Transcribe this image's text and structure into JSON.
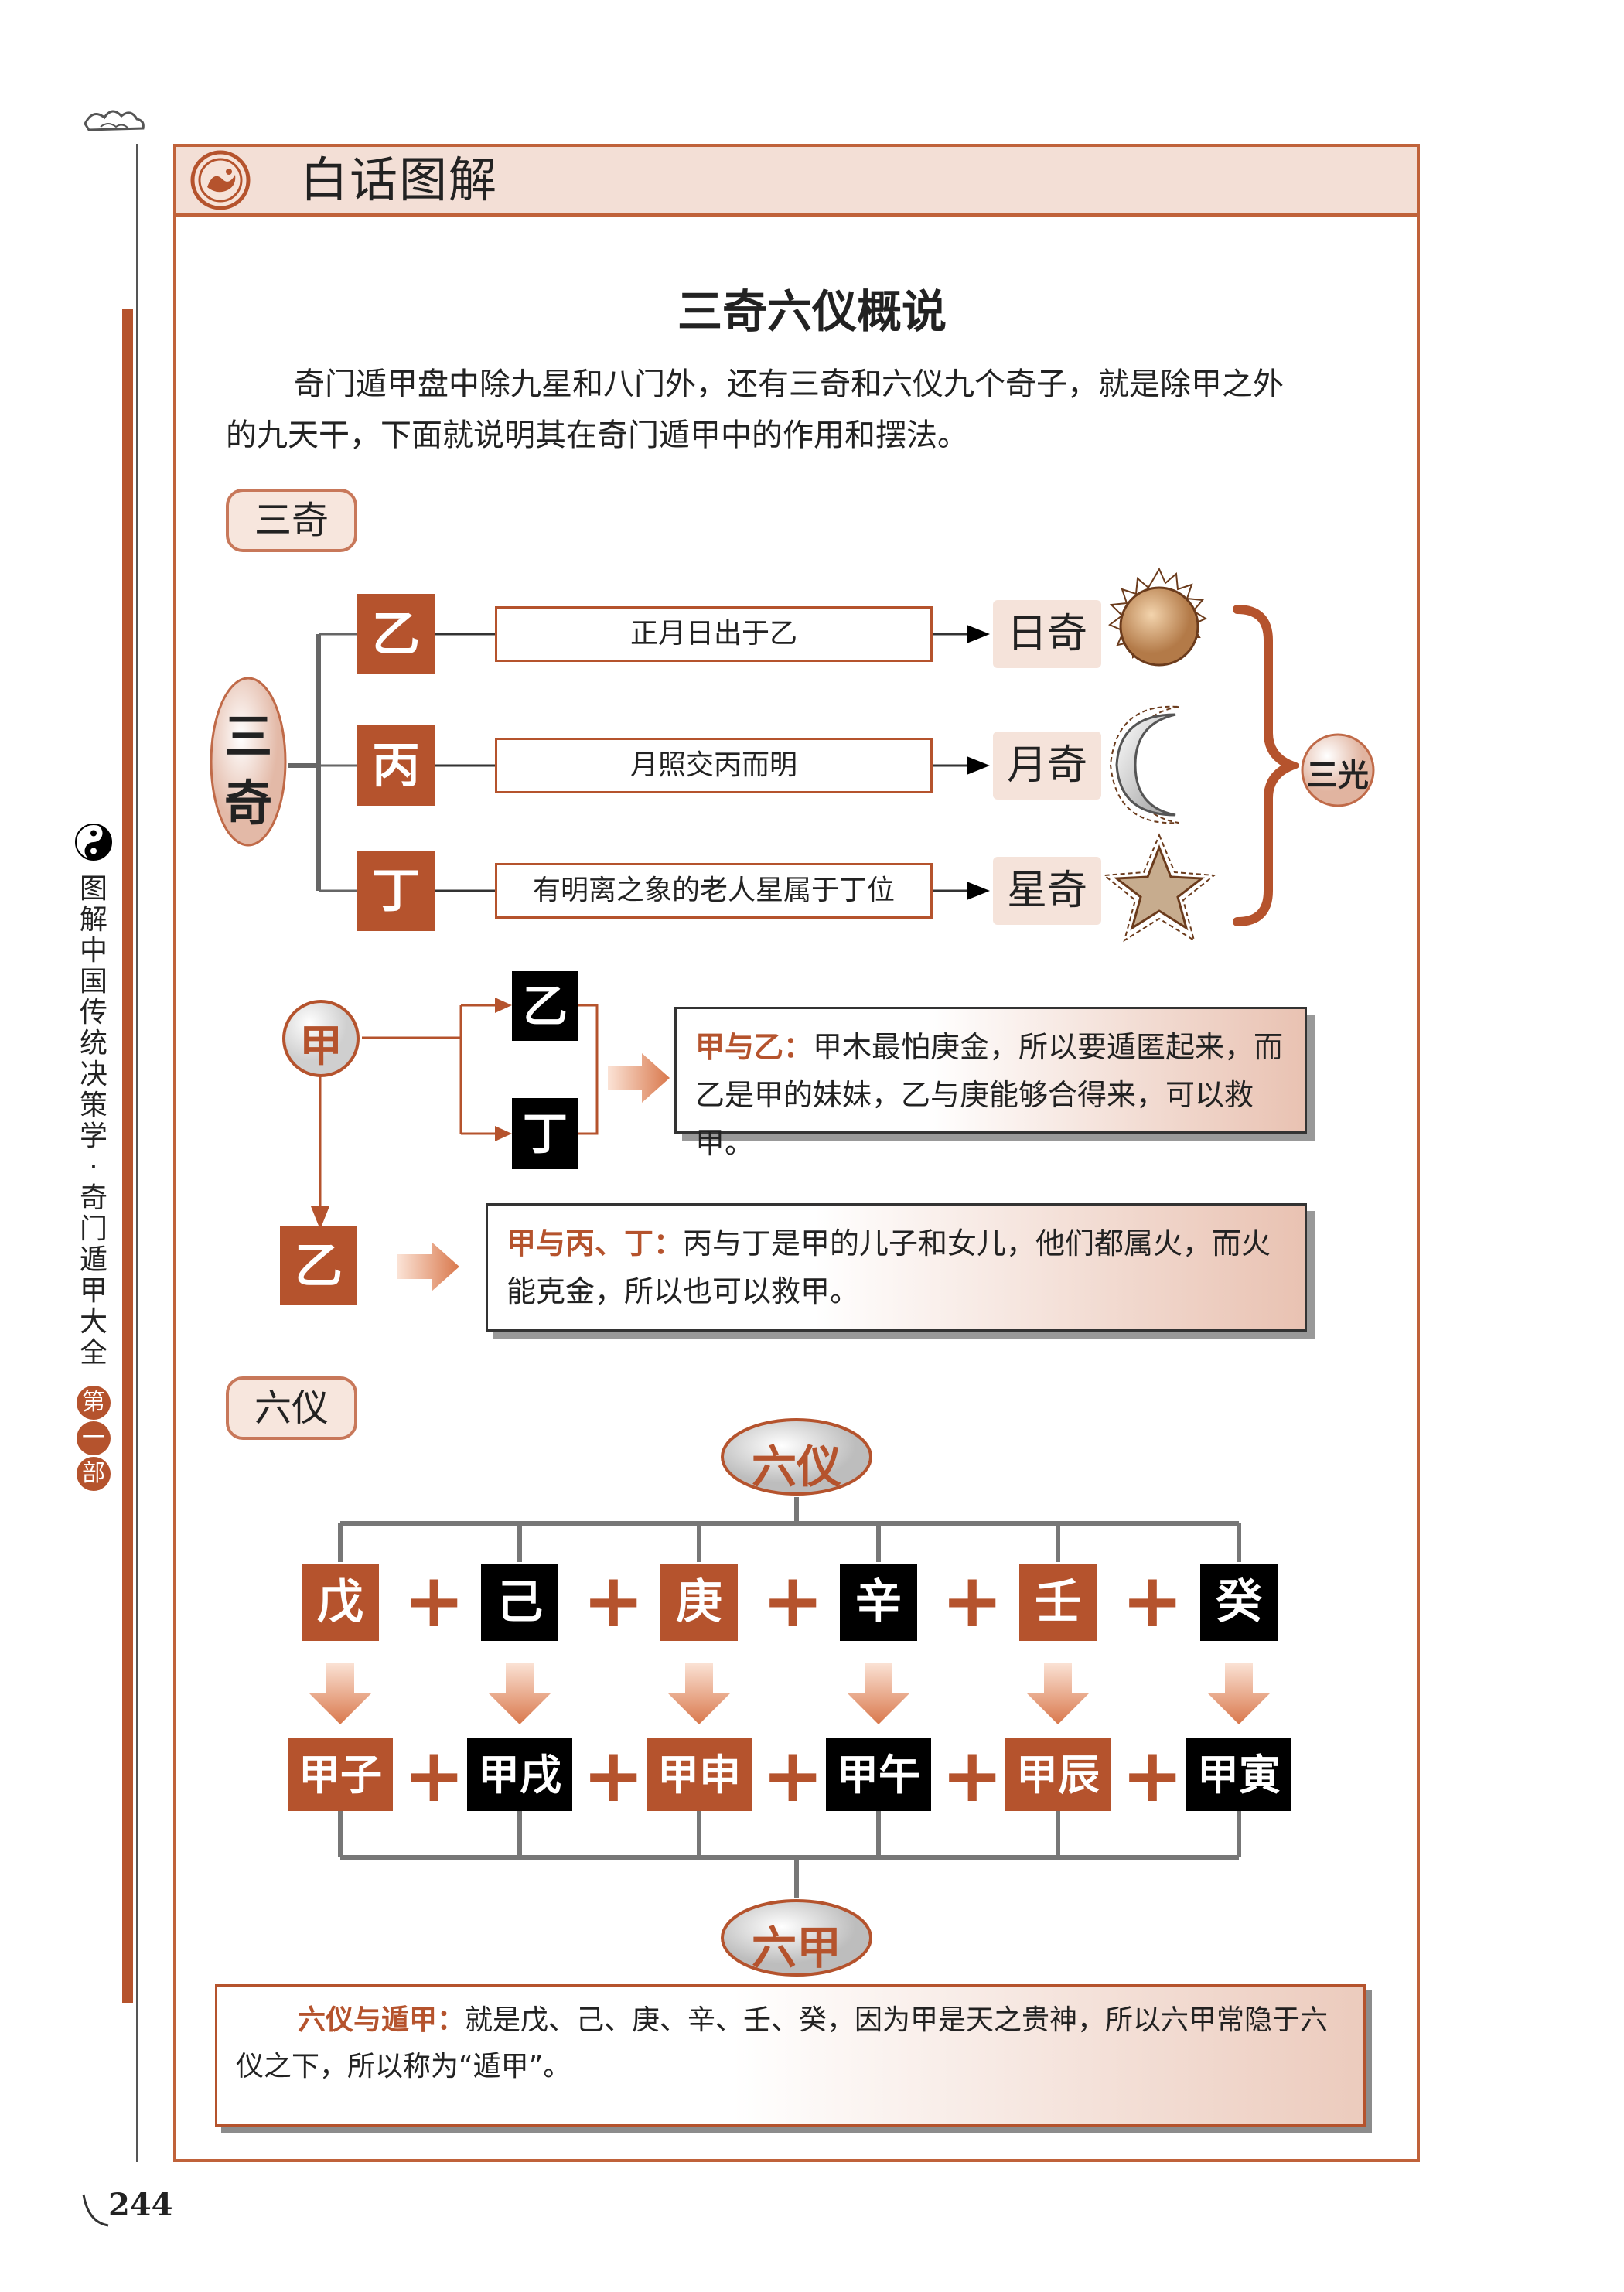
{
  "header": {
    "banner_title": "白话图解"
  },
  "sidebar": {
    "series_title": [
      "图",
      "解",
      "中",
      "国",
      "传",
      "统",
      "决",
      "策",
      "学",
      "·",
      "奇",
      "门",
      "遁",
      "甲",
      "大",
      "全"
    ],
    "part_label": [
      "第",
      "一",
      "部"
    ]
  },
  "page_title": "三奇六仪概说",
  "intro": {
    "line1": "奇门遁甲盘中除九星和八门外，还有三奇和六仪九个奇子，就是除甲之外",
    "line2": "的九天干，下面就说明其在奇门遁甲中的作用和摆法。"
  },
  "sanqi": {
    "section_label": "三奇",
    "root_label": [
      "三",
      "奇"
    ],
    "items": [
      {
        "stem": "乙",
        "desc": "正月日出于乙",
        "name": "日奇",
        "icon": "sun-icon"
      },
      {
        "stem": "丙",
        "desc": "月照交丙而明",
        "name": "月奇",
        "icon": "moon-icon"
      },
      {
        "stem": "丁",
        "desc": "有明离之象的老人星属于丁位",
        "name": "星奇",
        "icon": "star-icon"
      }
    ],
    "group_label": "三光"
  },
  "jia_diagram": {
    "jia": "甲",
    "yi_top": "乙",
    "ding": "丁",
    "yi_bottom": "乙",
    "note1": {
      "lead": "甲与乙：",
      "line1": "甲木最怕庚金，所以要遁匿起来，而",
      "line2": "乙是甲的妹妹，乙与庚能够合得来，可以救甲。"
    },
    "note2": {
      "lead": "甲与丙、丁：",
      "line1": "丙与丁是甲的儿子和女儿，他们都属火，而火",
      "line2": "能克金，所以也可以救甲。"
    }
  },
  "liuyi": {
    "section_label": "六仪",
    "top_label": "六仪",
    "bottom_label": "六甲",
    "stems": [
      "戊",
      "己",
      "庚",
      "辛",
      "壬",
      "癸"
    ],
    "jia": [
      "甲子",
      "甲戌",
      "甲申",
      "甲午",
      "甲辰",
      "甲寅"
    ],
    "plus": "+"
  },
  "bottom_note": {
    "lead": "六仪与遁甲：",
    "line1": "就是戊、己、庚、辛、壬、癸，因为甲是天之贵神，所以六甲常隐于六",
    "line2": "仪之下，所以称为“遁甲”。"
  },
  "page_number": "244",
  "colors": {
    "accent": "#b5532d",
    "banner_bg": "#f3dfd6",
    "black": "#000000"
  }
}
